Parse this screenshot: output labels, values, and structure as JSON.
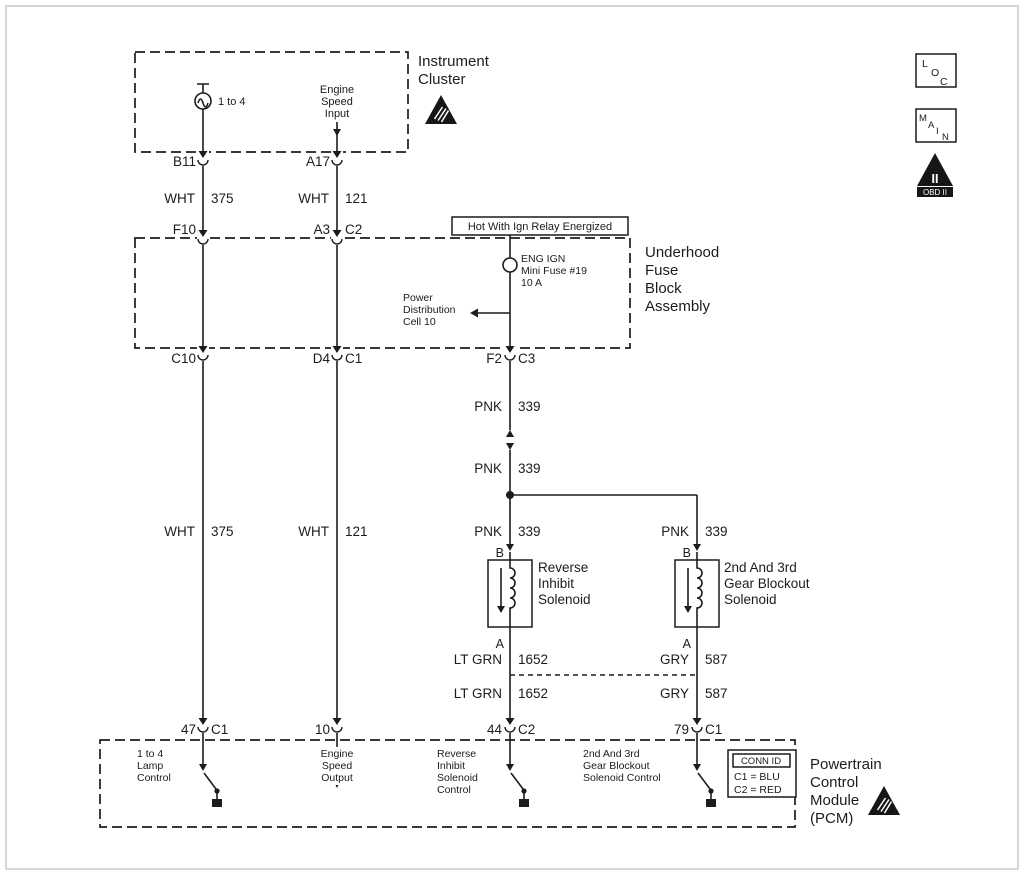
{
  "legend": {
    "loc": [
      "L",
      "O",
      "C"
    ],
    "main": [
      "M",
      "A",
      "I",
      "N"
    ],
    "obd_numeral": "II",
    "obd_label": "OBD II"
  },
  "instrument_cluster": {
    "title": [
      "Instrument",
      "Cluster"
    ],
    "lamp_label": "1 to 4",
    "speed_input": [
      "Engine",
      "Speed",
      "Input"
    ]
  },
  "hot_label": "Hot With Ign Relay Energized",
  "fuse_block": {
    "title": [
      "Underhood",
      "Fuse",
      "Block",
      "Assembly"
    ],
    "fuse": [
      "ENG IGN",
      "Mini Fuse #19",
      "10 A"
    ],
    "power_distribution": [
      "Power",
      "Distribution",
      "Cell 10"
    ]
  },
  "connectors": {
    "b11": "B11",
    "a17": "A17",
    "f10": "F10",
    "a3": "A3",
    "c2": "C2",
    "c10": "C10",
    "d4": "D4",
    "c1": "C1",
    "f2": "F2",
    "c3": "C3"
  },
  "pins": {
    "p47": "47",
    "p47_conn": "C1",
    "p10": "10",
    "p44": "44",
    "p44_conn": "C2",
    "p79": "79",
    "p79_conn": "C1"
  },
  "wires": {
    "wht375": {
      "color": "WHT",
      "circuit": "375"
    },
    "wht121": {
      "color": "WHT",
      "circuit": "121"
    },
    "pnk339": {
      "color": "PNK",
      "circuit": "339"
    },
    "ltgrn1652": {
      "color": "LT GRN",
      "circuit": "1652"
    },
    "gry587": {
      "color": "GRY",
      "circuit": "587"
    }
  },
  "solenoids": {
    "terminal_b": "B",
    "terminal_a": "A",
    "reverse": [
      "Reverse",
      "Inhibit",
      "Solenoid"
    ],
    "gear_blockout": [
      "2nd And 3rd",
      "Gear Blockout",
      "Solenoid"
    ]
  },
  "pcm": {
    "title": [
      "Powertrain",
      "Control",
      "Module",
      "(PCM)"
    ],
    "lamp_control": [
      "1 to 4",
      "Lamp",
      "Control"
    ],
    "speed_output": [
      "Engine",
      "Speed",
      "Output"
    ],
    "reverse_control": [
      "Reverse",
      "Inhibit",
      "Solenoid",
      "Control"
    ],
    "gear_control": [
      "2nd And 3rd",
      "Gear Blockout",
      "Solenoid Control"
    ],
    "conn_id": {
      "title": "CONN ID",
      "c1": "C1 = BLU",
      "c2": "C2 = RED"
    }
  }
}
